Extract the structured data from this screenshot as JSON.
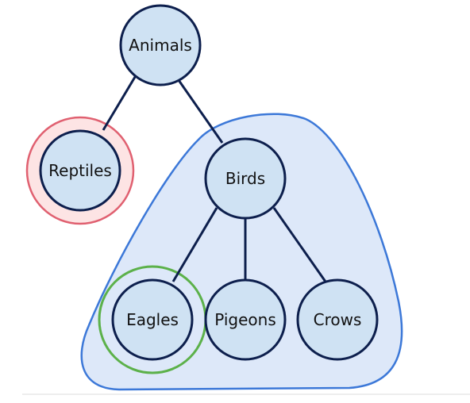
{
  "colors": {
    "node_fill": "#cfe2f3",
    "node_stroke": "#0d1f4d",
    "edge": "#0d1f4d",
    "group_fill": "#dde8f9",
    "group_stroke": "#3c78d8",
    "reptiles_highlight_fill": "#fde4e4",
    "reptiles_highlight_stroke": "#e06070",
    "eagles_highlight_stroke": "#5cb14a",
    "divider": "#dddddd"
  },
  "nodes": {
    "animals": "Animals",
    "reptiles": "Reptiles",
    "birds": "Birds",
    "eagles": "Eagles",
    "pigeons": "Pigeons",
    "crows": "Crows"
  },
  "edges": [
    [
      "animals",
      "reptiles"
    ],
    [
      "animals",
      "birds"
    ],
    [
      "birds",
      "eagles"
    ],
    [
      "birds",
      "pigeons"
    ],
    [
      "birds",
      "crows"
    ]
  ]
}
